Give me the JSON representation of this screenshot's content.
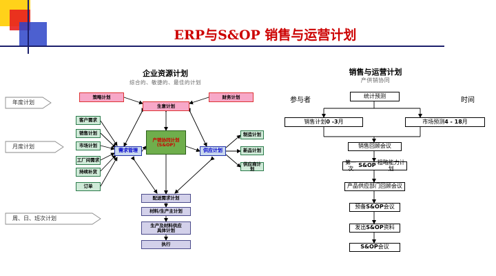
{
  "title": "ERP与S&OP 销售与运营计划",
  "erp": {
    "heading": "企业资源计划",
    "caption": "综合的、敏捷的、最佳的计划",
    "pointers": {
      "annual": "年度计划",
      "monthly": "月度计划",
      "daily": "周、日、班次计划"
    },
    "strategy": "策略计划",
    "business": "生意计划",
    "finance": "财务计划",
    "demand_inputs": [
      "客户需求",
      "销售计划",
      "市场计划",
      "工厂间需求",
      "持续补货",
      "订单"
    ],
    "demand_mgmt": "需求管理",
    "sop_hub": [
      "产销协同计划",
      "(S&OP)"
    ],
    "supply_mgmt": "供应计划",
    "supply_outputs": [
      "制造计划",
      "新品计划",
      "供应商计划"
    ],
    "execution_chain": [
      "配送需求计划",
      "材料/生产主计划",
      [
        "生产及材料供应",
        "具体计划"
      ],
      "执行"
    ]
  },
  "sop": {
    "heading": "销售与运营计划",
    "caption": "产供销协同",
    "participants_label": "参与者",
    "time_label": "时间",
    "forecast": "统计预测",
    "sales_plan": {
      "text": "销售计划 ",
      "bold": "0 -3",
      "suffix": " 月"
    },
    "market_forecast": {
      "text": "市场预测 ",
      "bold": "4 - 18",
      "suffix": " 月"
    },
    "steps": [
      {
        "pre": "销售回顾会议",
        "bold": "",
        "post": ""
      },
      {
        "pre": "第一次",
        "bold": "S&OP",
        "post": "粗略能力计划"
      },
      {
        "pre": "产品供应部门回顾会议",
        "bold": "",
        "post": ""
      },
      {
        "pre": "预备",
        "bold": "S&OP",
        "post": " 会议"
      },
      {
        "pre": "发出",
        "bold": "S&OP",
        "post": " 资料"
      },
      {
        "pre": "",
        "bold": "S&OP",
        "post": " 会议"
      }
    ]
  },
  "colors": {
    "title_red": "#cc0000",
    "navy_rule": "#1b1f6b",
    "pink_box": "#f7a8c8",
    "green_box": "#cfead8",
    "lavender_box": "#d3d1ea",
    "hub_green": "#6fae4c",
    "demand_supply_blue": "#c9d8ee",
    "deco_yellow": "#ffd21a",
    "deco_red": "#e8201f",
    "deco_blue": "#2d44c8"
  }
}
